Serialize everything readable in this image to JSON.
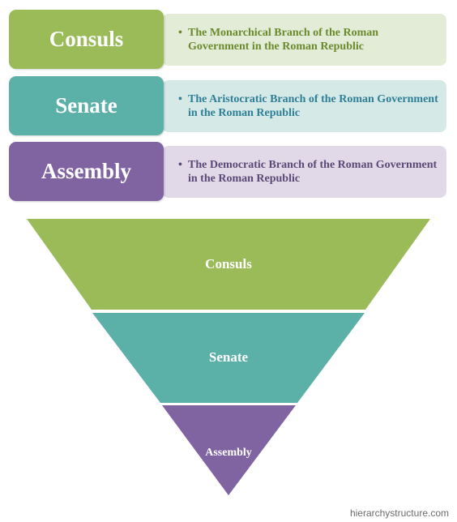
{
  "colors": {
    "consuls": "#9bbb59",
    "consuls_light": "#e3ecd6",
    "consuls_text": "#6b8a2e",
    "senate": "#5bb0a8",
    "senate_light": "#d5e9e7",
    "senate_text": "#2f7f97",
    "assembly": "#8064a2",
    "assembly_light": "#e1d9e8",
    "assembly_text": "#5a4a77"
  },
  "branches": [
    {
      "key": "consuls",
      "label": "Consuls",
      "description": "The Monarchical Branch of the Roman Government in the Roman Republic"
    },
    {
      "key": "senate",
      "label": "Senate",
      "description": "The Aristocratic Branch of the Roman Government in the Roman Republic"
    },
    {
      "key": "assembly",
      "label": "Assembly",
      "description": "The Democratic Branch of the Roman Government in the Roman Republic"
    }
  ],
  "pyramid": {
    "levels": [
      {
        "label": "Consuls",
        "color": "#9bbb59"
      },
      {
        "label": "Senate",
        "color": "#5bb0a8"
      },
      {
        "label": "Assembly",
        "color": "#8064a2"
      }
    ]
  },
  "watermark": "hierarchystructure.com"
}
